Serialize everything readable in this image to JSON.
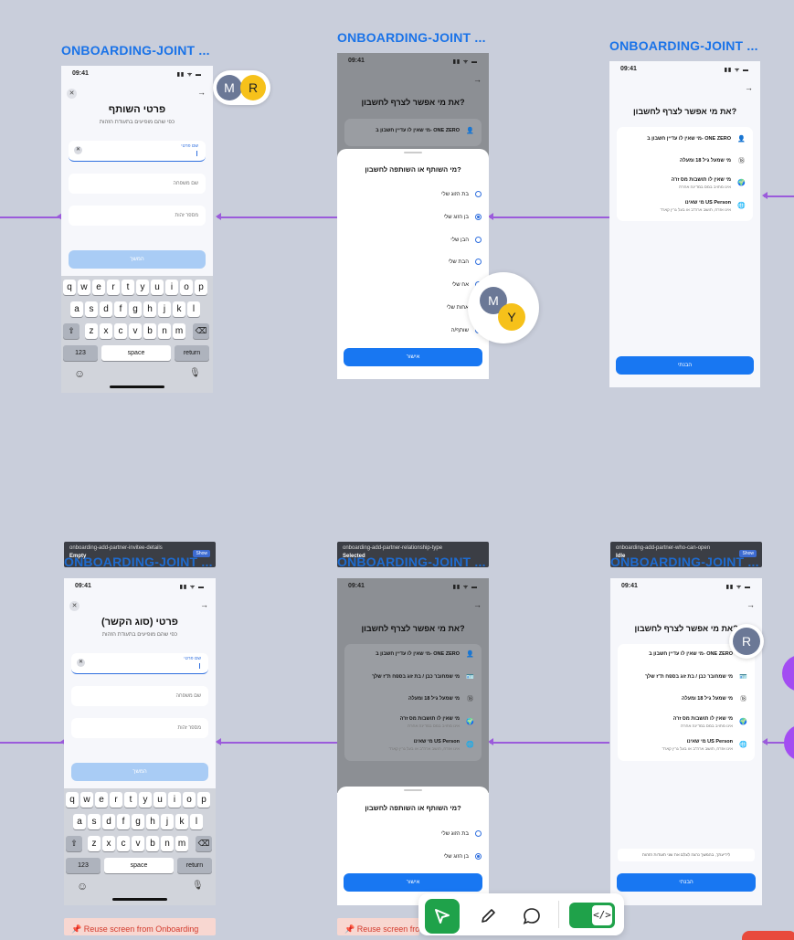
{
  "frames": {
    "title": "ONBOARDING-JOINT ..."
  },
  "status": {
    "time": "09:41",
    "icons": "▮▮ ᯤ ▬"
  },
  "f1": {
    "heading": "פרטי השותף",
    "subheading": "כפי שהם מופיעים בתעודת הזהות",
    "field1_label": "שם פרטי",
    "field2_label": "שם משפחה",
    "field3_label": "מספר זהות",
    "continue": "המשך"
  },
  "keyboard": {
    "row1": [
      "q",
      "w",
      "e",
      "r",
      "t",
      "y",
      "u",
      "i",
      "o",
      "p"
    ],
    "row2": [
      "a",
      "s",
      "d",
      "f",
      "g",
      "h",
      "j",
      "k",
      "l"
    ],
    "row3": [
      "z",
      "x",
      "c",
      "v",
      "b",
      "n",
      "m"
    ],
    "num": "123",
    "space": "space",
    "ret": "return",
    "shift": "⇧",
    "back": "⌫",
    "emoji": "☺",
    "mic": "🎙"
  },
  "f2": {
    "heading": "את מי אפשר לצרף לחשבון?",
    "behind_option": "מי שאין לו עדיין חשבון ב- ONE ZERO",
    "sheet_title": "מי השותף או השותפה לחשבון?",
    "options": [
      "בת הזוג שלי",
      "בן הזוג שלי",
      "הבן שלי",
      "הבת שלי",
      "אח שלי",
      "אחות שלי",
      "שותף/ה"
    ],
    "confirm": "אישור"
  },
  "f3": {
    "heading": "את מי אפשר לצרף לחשבון?",
    "opt1": "מי שאין לו עדיין חשבון ב- ONE ZERO",
    "opt2": "מי שמעל גיל 18 ומעלה",
    "opt3": "מי שאין לו תושבות מס זרה",
    "opt3_sub": "אינו מחויב במס במדינה אחרת",
    "opt4": "מי שאינו US Person",
    "opt4_sub": "אינו אזרח, תושב ארה\"ב או בעל גרין קארד",
    "got_it": "הבנתי"
  },
  "f4": {
    "tag_a": "onboarding-add-partner-invitee-details",
    "tag_b": "Empty",
    "show": "Show",
    "heading": "פרטי (סוג הקשר)",
    "subheading": "כפי שהם מופיעים בתעודת הזהות",
    "field1_label": "שם פרטי",
    "field2_label": "שם משפחה",
    "field3_label": "מספר זהות",
    "continue": "המשך",
    "pink": "📌 Reuse screen from Onboarding"
  },
  "f5": {
    "tag_a": "onboarding-add-partner-relationship-type",
    "tag_b": "Selected",
    "heading": "את מי אפשר לצרף לחשבון?",
    "opt1": "מי שאין לו עדיין חשבון ב- ONE ZERO",
    "opt2": "מי שמחובר כבן / בת זוג בספח ת\"ז שלך",
    "opt3": "מי שמעל גיל 18 ומעלה",
    "opt4": "מי שאין לו תושבות מס זרה",
    "opt4_sub": "אינו מחויב במס במדינה אחרת",
    "opt5": "מי שאינו US Person",
    "opt5_sub": "אינו אזרח, תושב ארה\"ב או בעל גרין קארד",
    "sheet_title": "מי השותף או השותפה לחשבון?",
    "options": [
      "בת הזוג שלי",
      "בן הזוג שלי"
    ],
    "confirm": "אישור",
    "pink": "📌 Reuse screen fro"
  },
  "f6": {
    "tag_a": "onboarding-add-partner-who-can-open",
    "tag_b": "Idle",
    "heading": "את מי אפשר לצרף לחשבון?",
    "opt1": "מי שאין לו עדיין חשבון ב- ONE ZERO",
    "opt2": "מי שמחובר כבן / בת זוג בספח ת\"ז שלך",
    "opt3": "מי שמעל גיל 18 ומעלה",
    "opt4": "מי שאין לו תושבות מס זרה",
    "opt4_sub": "אינו מחויב במס במדינה אחרת",
    "opt5": "מי שאינו US Person",
    "opt5_sub": "אינו אזרח, תושב ארה\"ב או בעל גרין קארד",
    "note": "לידיעתך, בהמשך נרצה לצלם את שני תעודות הזהות",
    "got_it": "הבנתי"
  },
  "avatars": {
    "m": "M",
    "r": "R",
    "y": "Y",
    "r2": "R"
  },
  "colors": {
    "accent": "#1877f2",
    "connector": "#9b5bdb",
    "avatar_gray": "#6b7896",
    "avatar_yellow": "#f6c11a"
  },
  "tools": {
    "pointer": "pointer-icon",
    "picker": "eyedropper-icon",
    "comment": "comment-icon",
    "code": "code-icon"
  }
}
